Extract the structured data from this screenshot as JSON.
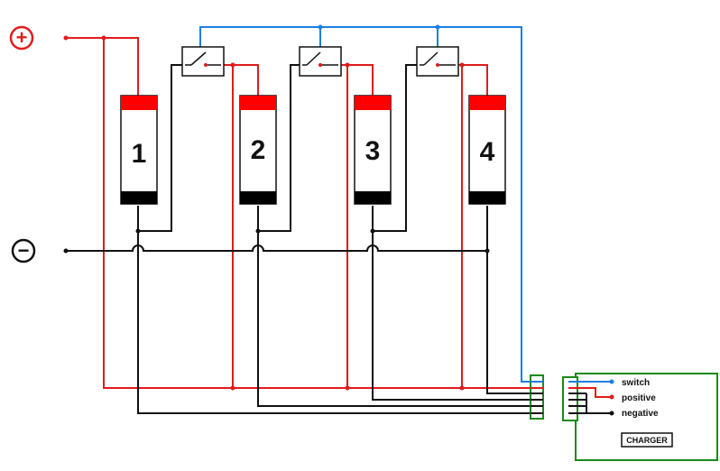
{
  "symbols": {
    "positive": "+",
    "negative": "−"
  },
  "batteries": [
    {
      "label": "1"
    },
    {
      "label": "2"
    },
    {
      "label": "3"
    },
    {
      "label": "4"
    }
  ],
  "charger": {
    "label": "CHARGER",
    "terminals": [
      {
        "label": "switch",
        "color": "#1c7fe0"
      },
      {
        "label": "positive",
        "color": "#e01c1c"
      },
      {
        "label": "negative",
        "color": "#111111"
      }
    ]
  },
  "colors": {
    "positive_wire": "#e01c1c",
    "negative_wire": "#111111",
    "switch_wire": "#1c7fe0",
    "connector": "#1a8a1a",
    "battery_cap": "#ff0000",
    "battery_base": "#000000"
  }
}
